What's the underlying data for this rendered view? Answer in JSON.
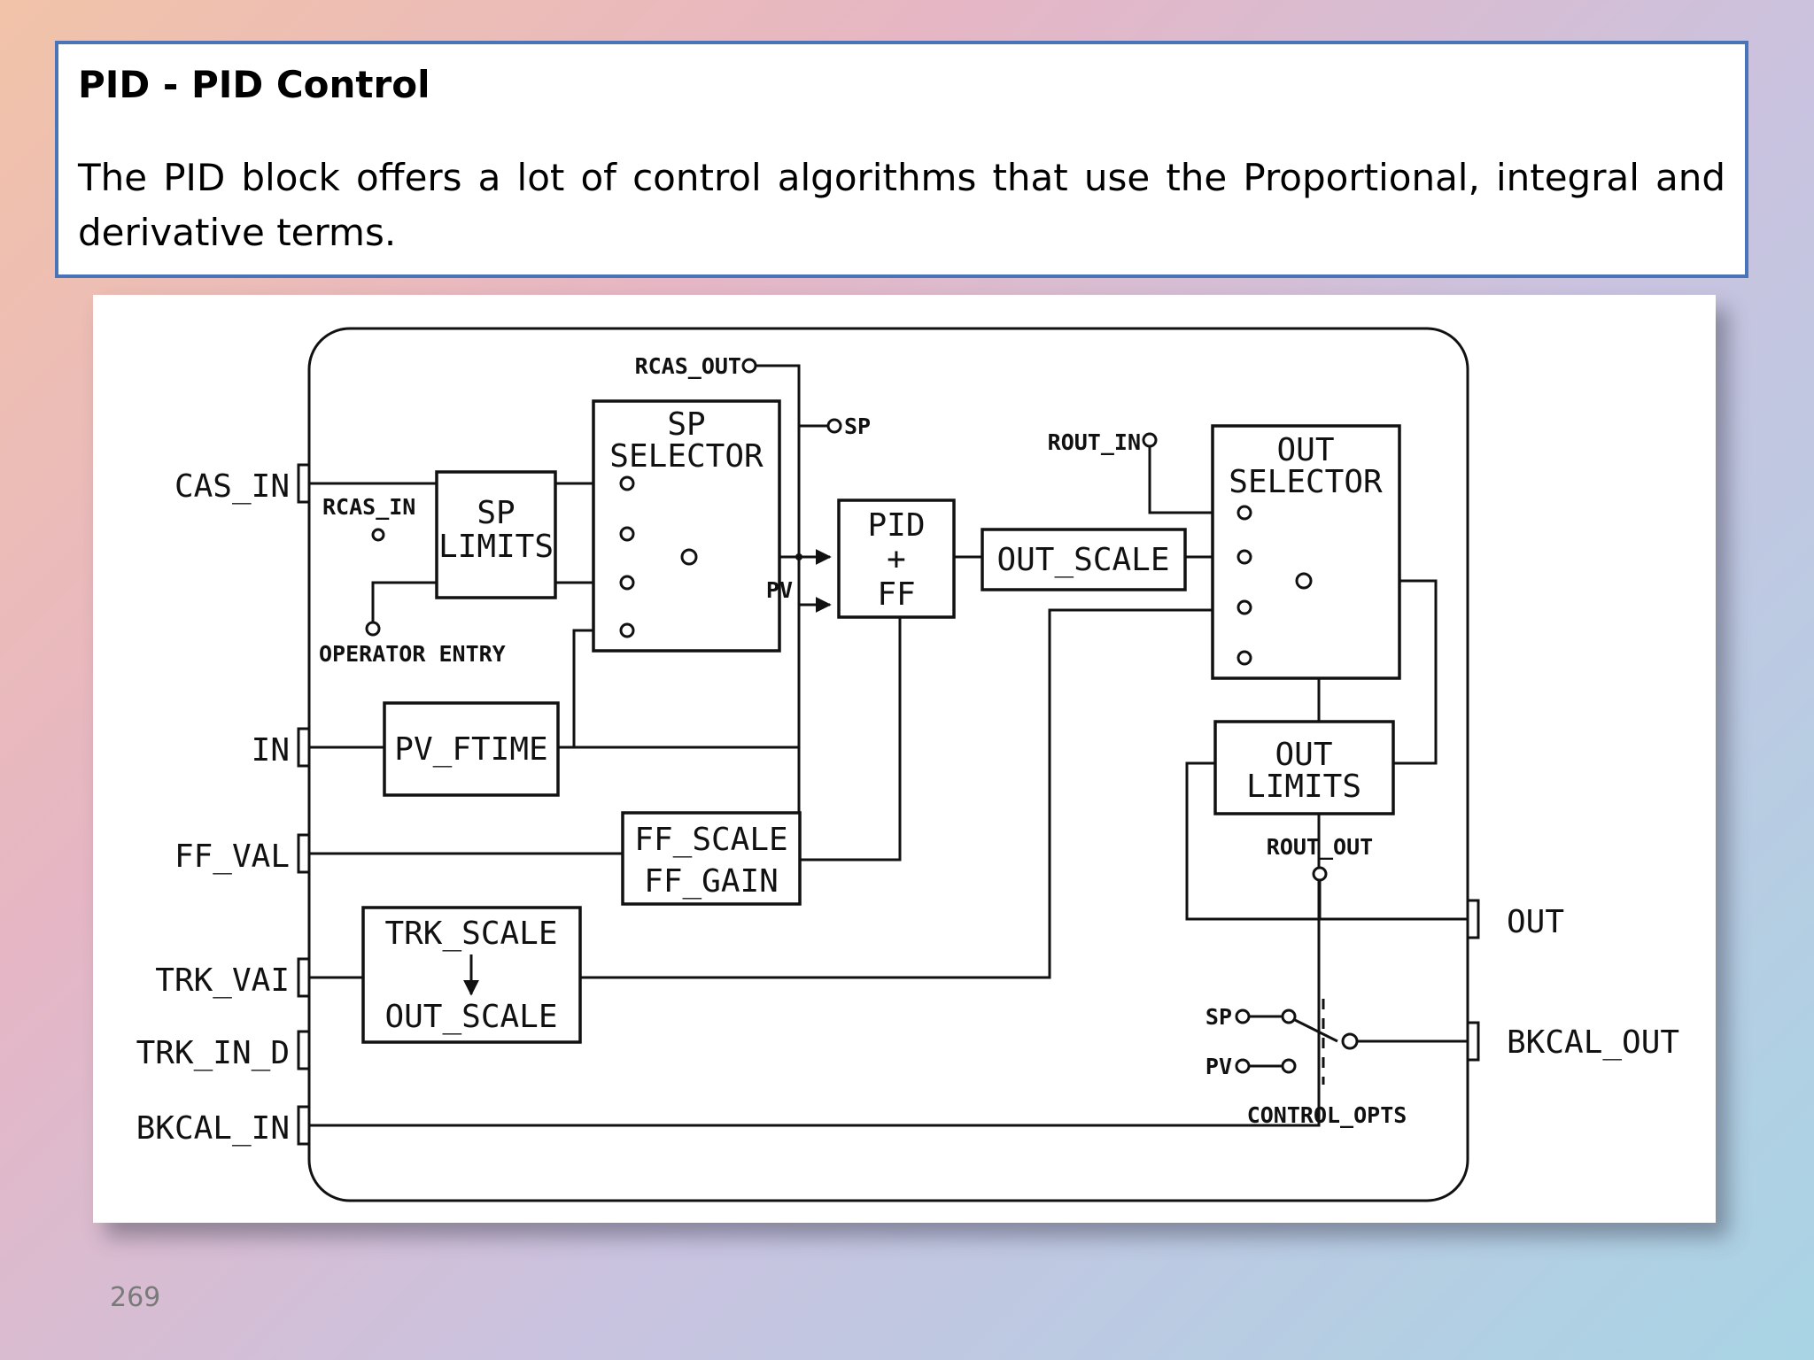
{
  "slide": {
    "title": "PID - PID Control",
    "description": "The PID block offers a lot of control algorithms that use the Proportional, integral and derivative terms.",
    "page_number": "269"
  },
  "diagram": {
    "inputs": {
      "cas_in": "CAS_IN",
      "in": "IN",
      "ff_val": "FF_VAL",
      "trk_val": "TRK_VAI",
      "trk_in_d": "TRK_IN_D",
      "bkcal_in": "BKCAL_IN"
    },
    "outputs": {
      "out": "OUT",
      "bkcal_out": "BKCAL_OUT"
    },
    "blocks": {
      "sp_limits": [
        "SP",
        "LIMITS"
      ],
      "sp_selector": [
        "SP",
        "SELECTOR"
      ],
      "pid_ff": [
        "PID",
        "+",
        "FF"
      ],
      "out_scale": "OUT_SCALE",
      "out_selector": [
        "OUT",
        "SELECTOR"
      ],
      "pv_ftime": "PV_FTIME",
      "ff_scale": [
        "FF_SCALE",
        "FF_GAIN"
      ],
      "trk_scale": [
        "TRK_SCALE",
        "OUT_SCALE"
      ],
      "out_limits": [
        "OUT",
        "LIMITS"
      ]
    },
    "labels": {
      "rcas_out": "RCAS_OUT",
      "rcas_in": "RCAS_IN",
      "sp": "SP",
      "rout_in": "ROUT_IN",
      "pv": "PV",
      "operator_entry": "OPERATOR ENTRY",
      "rout_out": "ROUT_OUT",
      "sp_opt": "SP",
      "pv_opt": "PV",
      "control_opts": "CONTROL_OPTS"
    }
  }
}
